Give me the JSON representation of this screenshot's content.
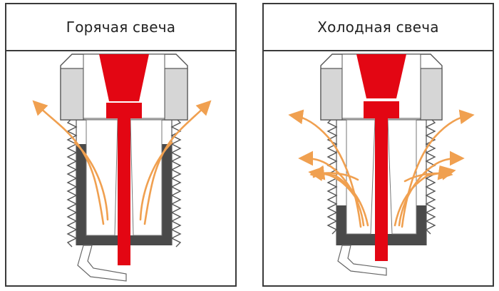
{
  "panels": [
    {
      "id": "hot",
      "title": "Горячая свеча"
    },
    {
      "id": "cold",
      "title": "Холодная свеча"
    }
  ],
  "colors": {
    "border": "#3a3a3a",
    "electrode_red": "#e30613",
    "insulator_gray": "#d6d6d6",
    "deposit_dark": "#4a4a4a",
    "flow_arrow": "#f0a050"
  }
}
